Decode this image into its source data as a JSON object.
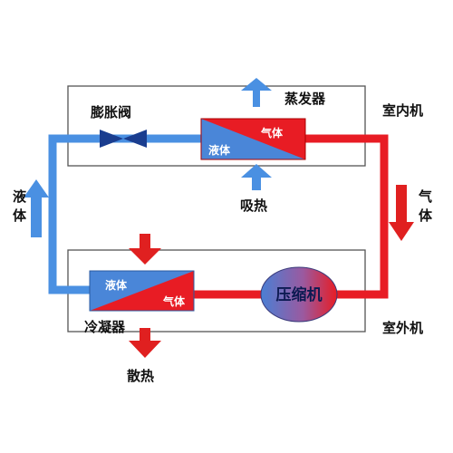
{
  "labels": {
    "expansion_valve": "膨胀阀",
    "evaporator": "蒸发器",
    "indoor_unit": "室内机",
    "outdoor_unit": "室外机",
    "condenser": "冷凝器",
    "compressor": "压缩机",
    "heat_absorb": "吸热",
    "heat_release": "散热",
    "liquid_side": "液体",
    "gas_side": "气体"
  },
  "evaporator_box": {
    "liquid": "液体",
    "gas": "气体"
  },
  "condenser_box": {
    "liquid": "液体",
    "gas": "气体"
  },
  "colors": {
    "liquid_pipe": "#4a90e2",
    "gas_pipe": "#e81c24",
    "arrow_blue": "#4a90e2",
    "arrow_red": "#e02020",
    "valve": "#1a3d8f",
    "unit_border": "#555555"
  }
}
